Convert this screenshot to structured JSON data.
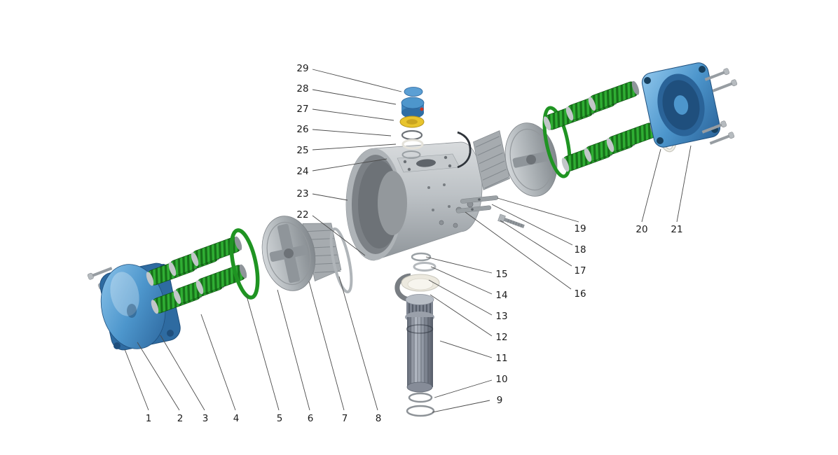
{
  "diagram": {
    "type": "exploded-view-technical-drawing",
    "subject": "pneumatic-rack-and-pinion-actuator",
    "background": "#ffffff",
    "colors": {
      "label_text": "#1a1a1a",
      "leader_line": "#4a4a4a",
      "body_gray": "#b9bec2",
      "cap_blue": "#4d96cc",
      "spring_green": "#2fae33",
      "oring_green": "#1f9422",
      "accent_yellow": "#e8c42c",
      "pinion_gunmetal": "#8a919d",
      "bearing_ivory": "#ece9df"
    },
    "callouts": [
      {
        "num": "1",
        "label": [
          212,
          597
        ],
        "line": [
          212,
          586,
          178,
          499
        ]
      },
      {
        "num": "2",
        "label": [
          257,
          597
        ],
        "line": [
          256,
          586,
          196,
          489
        ]
      },
      {
        "num": "3",
        "label": [
          293,
          597
        ],
        "line": [
          292,
          586,
          229,
          479
        ]
      },
      {
        "num": "4",
        "label": [
          337,
          597
        ],
        "line": [
          336,
          586,
          287,
          449
        ]
      },
      {
        "num": "5",
        "label": [
          399,
          597
        ],
        "line": [
          398,
          586,
          352,
          423
        ]
      },
      {
        "num": "6",
        "label": [
          443,
          597
        ],
        "line": [
          442,
          586,
          396,
          414
        ]
      },
      {
        "num": "7",
        "label": [
          492,
          597
        ],
        "line": [
          491,
          586,
          441,
          402
        ]
      },
      {
        "num": "8",
        "label": [
          540,
          597
        ],
        "line": [
          539,
          586,
          484,
          395
        ]
      },
      {
        "num": "9",
        "label": [
          713,
          571
        ],
        "line": [
          699,
          572,
          617,
          589
        ]
      },
      {
        "num": "10",
        "label": [
          716,
          541
        ],
        "line": [
          702,
          543,
          620,
          568
        ]
      },
      {
        "num": "11",
        "label": [
          716,
          511
        ],
        "line": [
          702,
          511,
          628,
          487
        ]
      },
      {
        "num": "12",
        "label": [
          716,
          481
        ],
        "line": [
          702,
          480,
          614,
          421
        ]
      },
      {
        "num": "13",
        "label": [
          716,
          451
        ],
        "line": [
          702,
          450,
          612,
          400
        ]
      },
      {
        "num": "14",
        "label": [
          716,
          421
        ],
        "line": [
          702,
          420,
          615,
          381
        ]
      },
      {
        "num": "15",
        "label": [
          716,
          391
        ],
        "line": [
          702,
          390,
          608,
          367
        ]
      },
      {
        "num": "16",
        "label": [
          828,
          419
        ],
        "line": [
          815,
          413,
          664,
          303
        ]
      },
      {
        "num": "17",
        "label": [
          828,
          386
        ],
        "line": [
          816,
          380,
          714,
          315
        ]
      },
      {
        "num": "18",
        "label": [
          828,
          356
        ],
        "line": [
          817,
          350,
          702,
          292
        ]
      },
      {
        "num": "19",
        "label": [
          828,
          326
        ],
        "line": [
          826,
          317,
          710,
          283
        ]
      },
      {
        "num": "20",
        "label": [
          916,
          327
        ],
        "line": [
          916,
          317,
          943,
          213
        ]
      },
      {
        "num": "21",
        "label": [
          966,
          327
        ],
        "line": [
          966,
          317,
          986,
          208
        ]
      },
      {
        "num": "22",
        "label": [
          432,
          306
        ],
        "line": [
          446,
          308,
          521,
          365
        ]
      },
      {
        "num": "23",
        "label": [
          432,
          276
        ],
        "line": [
          446,
          277,
          496,
          286
        ]
      },
      {
        "num": "24",
        "label": [
          432,
          244
        ],
        "line": [
          446,
          244,
          552,
          227
        ]
      },
      {
        "num": "25",
        "label": [
          432,
          214
        ],
        "line": [
          446,
          214,
          565,
          206
        ]
      },
      {
        "num": "26",
        "label": [
          432,
          184
        ],
        "line": [
          446,
          185,
          558,
          194
        ]
      },
      {
        "num": "27",
        "label": [
          432,
          155
        ],
        "line": [
          446,
          156,
          562,
          172
        ]
      },
      {
        "num": "28",
        "label": [
          432,
          126
        ],
        "line": [
          446,
          128,
          565,
          149
        ]
      },
      {
        "num": "29",
        "label": [
          432,
          97
        ],
        "line": [
          446,
          99,
          573,
          131
        ]
      }
    ]
  }
}
